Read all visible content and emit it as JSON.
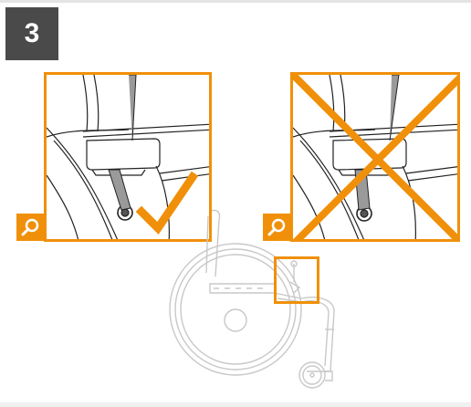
{
  "step": {
    "number": "3"
  },
  "colors": {
    "accent": "#f0900a",
    "badge_bg": "#4a4a4a",
    "line_art": "#222222",
    "faded_art": "#c8c8c8"
  },
  "panels": [
    {
      "status": "correct",
      "mark_icon": "checkmark-icon",
      "zoom_icon": "magnifier-icon"
    },
    {
      "status": "incorrect",
      "mark_icon": "cross-icon",
      "zoom_icon": "magnifier-icon"
    }
  ],
  "overview": {
    "illustration": "wheelchair-side-view",
    "detail_marker": "highlight-box"
  }
}
